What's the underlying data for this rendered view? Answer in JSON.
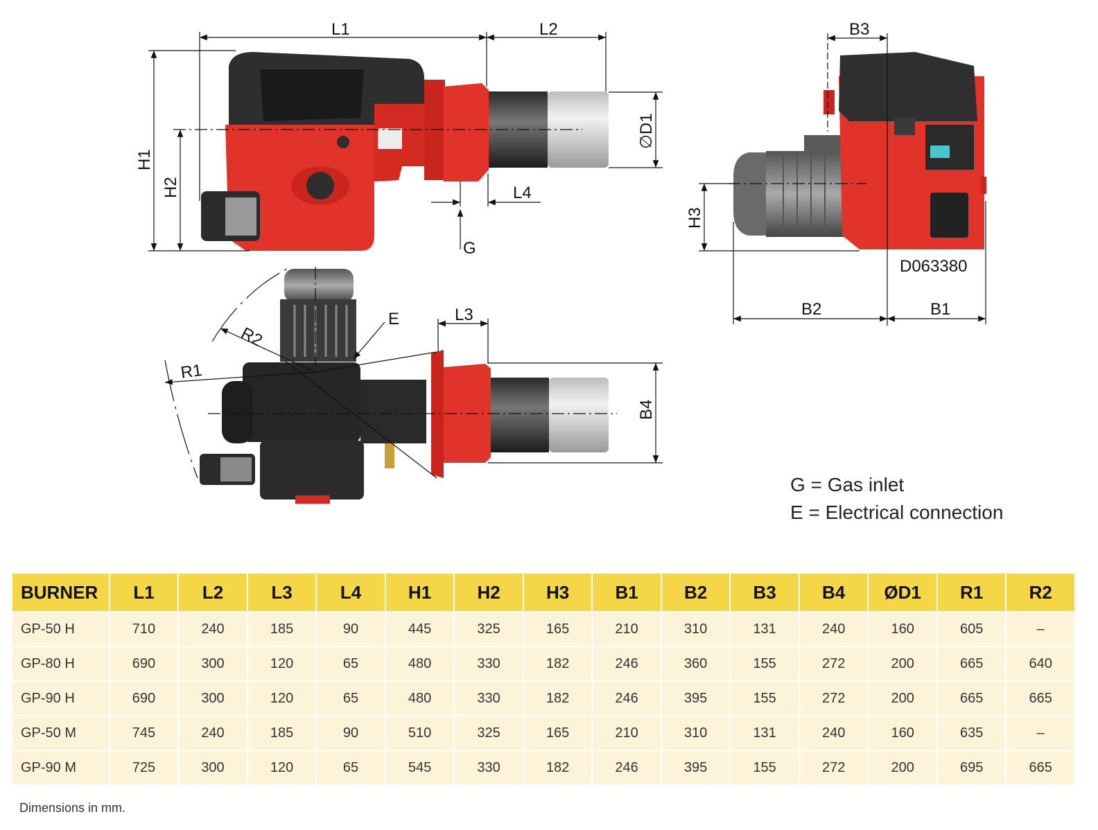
{
  "drawing": {
    "dim_labels": {
      "L1": "L1",
      "L2": "L2",
      "L3": "L3",
      "L4": "L4",
      "H1": "H1",
      "H2": "H2",
      "H3": "H3",
      "B1": "B1",
      "B2": "B2",
      "B3": "B3",
      "B4": "B4",
      "D1": "∅D1",
      "R1": "R1",
      "R2": "R2",
      "G": "G",
      "E": "E"
    },
    "drawing_code": "D063380",
    "colors": {
      "burner_red": "#e2332a",
      "housing_black": "#2a2a2a",
      "tube_grey": "#d9d9d9"
    }
  },
  "legend": {
    "gas": "G = Gas inlet",
    "electrical": "E = Electrical connection"
  },
  "table": {
    "headers": [
      "BURNER",
      "L1",
      "L2",
      "L3",
      "L4",
      "H1",
      "H2",
      "H3",
      "B1",
      "B2",
      "B3",
      "B4",
      "ØD1",
      "R1",
      "R2"
    ],
    "rows": [
      [
        "GP-50 H",
        "710",
        "240",
        "185",
        "90",
        "445",
        "325",
        "165",
        "210",
        "310",
        "131",
        "240",
        "160",
        "605",
        "–"
      ],
      [
        "GP-80 H",
        "690",
        "300",
        "120",
        "65",
        "480",
        "330",
        "182",
        "246",
        "360",
        "155",
        "272",
        "200",
        "665",
        "640"
      ],
      [
        "GP-90 H",
        "690",
        "300",
        "120",
        "65",
        "480",
        "330",
        "182",
        "246",
        "395",
        "155",
        "272",
        "200",
        "665",
        "665"
      ],
      [
        "GP-50 M",
        "745",
        "240",
        "185",
        "90",
        "510",
        "325",
        "165",
        "210",
        "310",
        "131",
        "240",
        "160",
        "635",
        "–"
      ],
      [
        "GP-90 M",
        "725",
        "300",
        "120",
        "65",
        "545",
        "330",
        "182",
        "246",
        "395",
        "155",
        "272",
        "200",
        "695",
        "665"
      ]
    ]
  },
  "footnote": "Dimensions in mm."
}
